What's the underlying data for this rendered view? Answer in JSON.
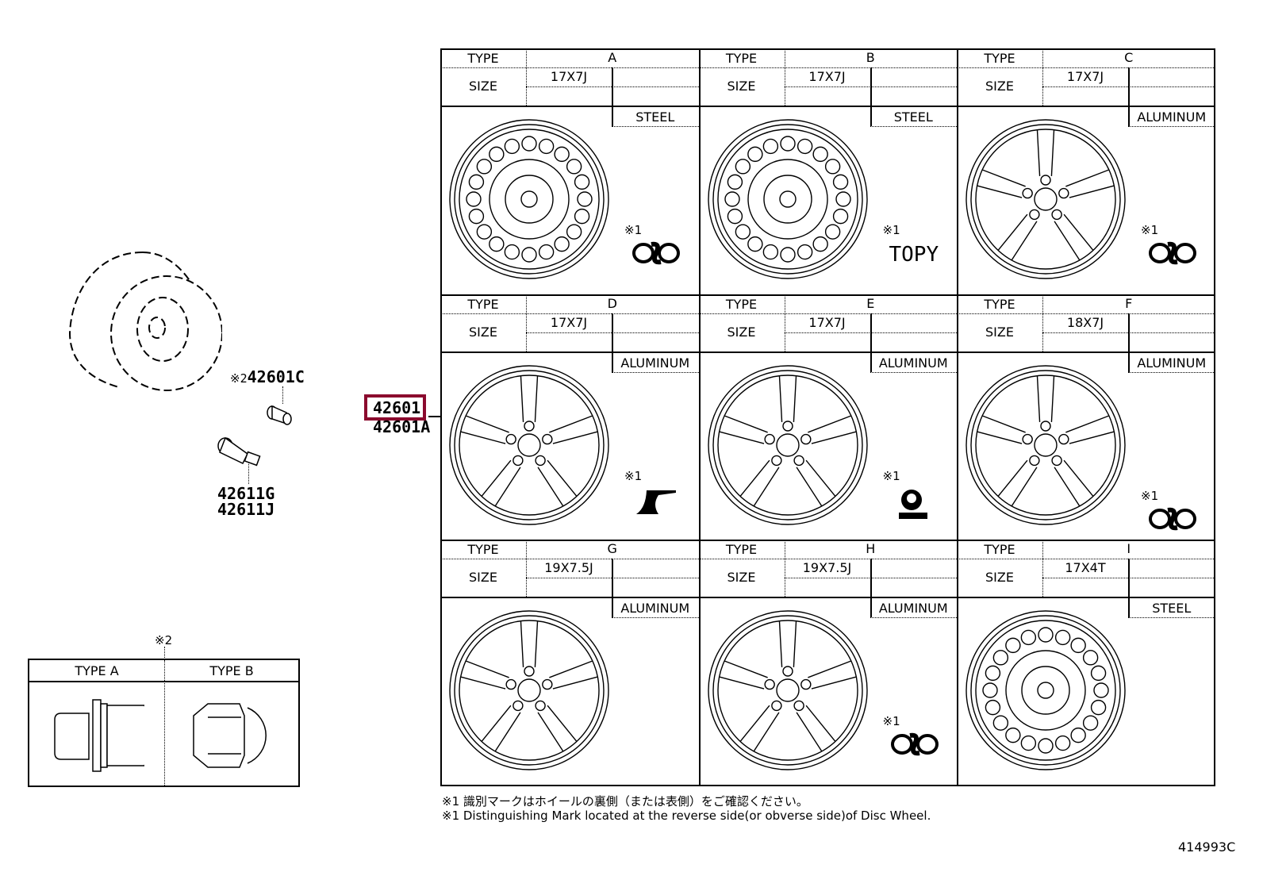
{
  "diagram": {
    "catalog_id": "414993C",
    "highlighted_part": "42601",
    "accent_color": "#8b0a2e",
    "callouts": {
      "main": [
        "42601",
        "42601A"
      ],
      "valve_cap": {
        "prefix": "※2",
        "number": "42601C"
      },
      "valve": [
        "42611G",
        "42611J"
      ]
    },
    "nut_table": {
      "marker": "※2",
      "headers": [
        "TYPE A",
        "TYPE B"
      ]
    },
    "wheel_table": {
      "type_label": "TYPE",
      "size_label": "SIZE",
      "wheels": [
        {
          "type": "A",
          "size": "17X7J",
          "material": "STEEL",
          "mark_ref": "※1",
          "mark": "double-ring-logo"
        },
        {
          "type": "B",
          "size": "17X7J",
          "material": "STEEL",
          "mark_ref": "※1",
          "mark": "TOPY"
        },
        {
          "type": "C",
          "size": "17X7J",
          "material": "ALUMINUM",
          "mark_ref": "※1",
          "mark": "double-ring-logo"
        },
        {
          "type": "D",
          "size": "17X7J",
          "material": "ALUMINUM",
          "mark_ref": "※1",
          "mark": "anvil-logo"
        },
        {
          "type": "E",
          "size": "17X7J",
          "material": "ALUMINUM",
          "mark_ref": "※1",
          "mark": "circle-base-logo"
        },
        {
          "type": "F",
          "size": "18X7J",
          "material": "ALUMINUM",
          "mark_ref": "※1",
          "mark": "double-ring-logo"
        },
        {
          "type": "G",
          "size": "19X7.5J",
          "material": "ALUMINUM",
          "mark_ref": "",
          "mark": ""
        },
        {
          "type": "H",
          "size": "19X7.5J",
          "material": "ALUMINUM",
          "mark_ref": "※1",
          "mark": "double-ring-logo"
        },
        {
          "type": "I",
          "size": "17X4T",
          "material": "STEEL",
          "mark_ref": "",
          "mark": ""
        }
      ]
    },
    "footnotes": [
      "※1  識別マークはホイールの裏側（または表側）をご確認ください。",
      "※1  Distinguishing Mark located at the reverse side(or obverse side)of Disc Wheel."
    ]
  }
}
